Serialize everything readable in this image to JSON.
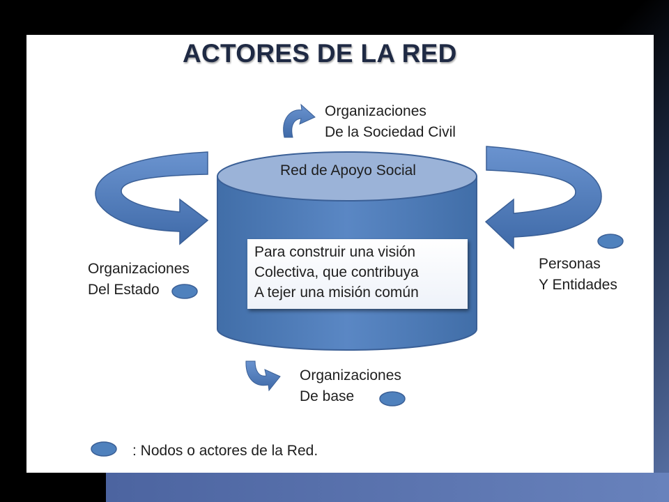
{
  "title": "ACTORES DE LA RED",
  "network_name": "Red de Apoyo Social",
  "purpose": {
    "line1": "Para construir una visión",
    "line2": "Colectiva, que contribuya",
    "line3": "A tejer una misión común"
  },
  "actors": {
    "civil_society": {
      "line1": "Organizaciones",
      "line2": "De la Sociedad Civil"
    },
    "state": {
      "line1": "Organizaciones",
      "line2": "Del Estado"
    },
    "people": {
      "line1": "Personas",
      "line2": "Y Entidades"
    },
    "base": {
      "line1": "Organizaciones",
      "line2": "De base"
    }
  },
  "legend": {
    "text": ": Nodos o actores de la Red."
  },
  "colors": {
    "node_fill": "#4f81bd",
    "arrow_fill": "#4f81bd",
    "cylinder_top": "#9bb3d8",
    "title": "#1f2a44"
  }
}
